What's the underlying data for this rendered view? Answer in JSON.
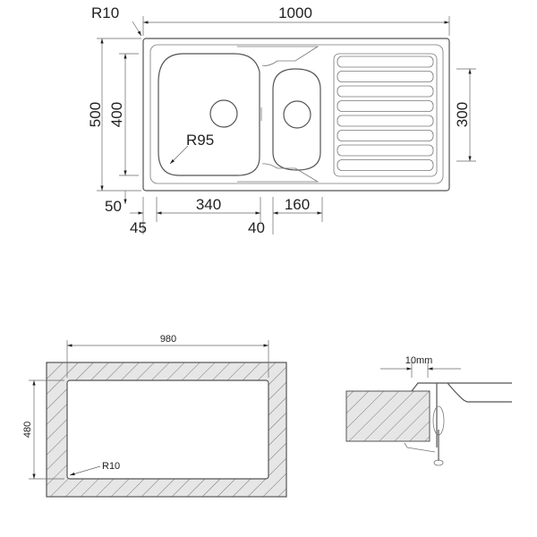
{
  "top_view": {
    "labels": {
      "corner_radius": "R10",
      "length": "1000",
      "width": "500",
      "bowl_height": "400",
      "drainer_height": "300",
      "bowl_radius": "R95",
      "front_margin": "50",
      "side_margin": "45",
      "main_bowl_width": "340",
      "bowl_gap": "40",
      "small_bowl_width": "160"
    },
    "drainer_groove_count": 8
  },
  "cutout_view": {
    "labels": {
      "width": "980",
      "height": "480",
      "corner_radius": "R10"
    }
  },
  "section_view": {
    "labels": {
      "overlap": "10mm"
    }
  },
  "colors": {
    "line": "#555555",
    "hatch_fill": "#e6e6e6"
  }
}
